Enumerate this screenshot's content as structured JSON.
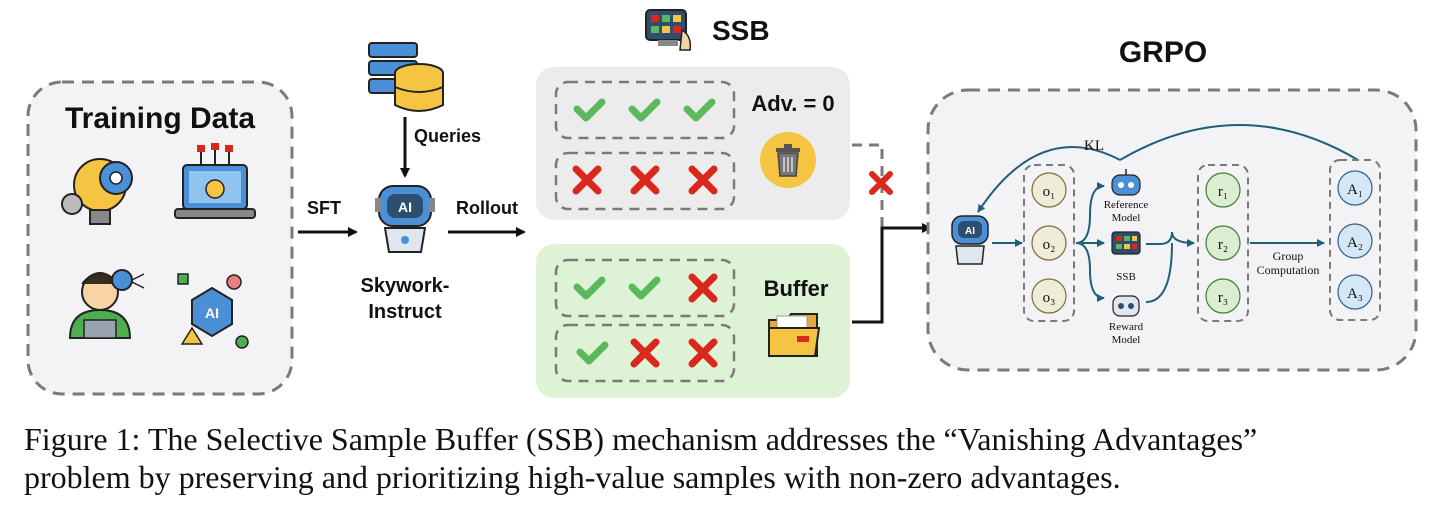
{
  "training_data": {
    "title": "Training Data"
  },
  "edges": {
    "sft": "SFT",
    "rollout": "Rollout",
    "queries": "Queries"
  },
  "model": {
    "line1": "Skywork-",
    "line2": "Instruct",
    "icon_label": "AI"
  },
  "ssb": {
    "title": "SSB",
    "adv_label": "Adv. = 0",
    "buffer_label": "Buffer"
  },
  "grpo": {
    "title": "GRPO",
    "kl": "KL",
    "outputs": [
      "o₁",
      "o₂",
      "o₃"
    ],
    "rewards": [
      "r₁",
      "r₂",
      "r₃"
    ],
    "advantages": [
      "A₁",
      "A₂",
      "A₃"
    ],
    "ref_model": [
      "Reference",
      "Model"
    ],
    "ssb_small": "SSB",
    "reward_model": [
      "Reward",
      "Model"
    ],
    "group_comp": [
      "Group",
      "Computation"
    ]
  },
  "caption": {
    "line1": "Figure 1: The Selective Sample Buffer (SSB) mechanism addresses the “Vanishing Advantages”",
    "line2": "problem by preserving and prioritizing high-value samples with non-zero advantages."
  },
  "colors": {
    "check": "#5cb85c",
    "cross": "#d9281e",
    "gray_panel": "#ececec",
    "green_panel": "#def3d6",
    "grpo_panel": "#f3f3f5",
    "dash": "#7a7a7a",
    "teal_arrow": "#1f5f7a",
    "circle_fill": "#efecd8",
    "accent_blue": "#4b8fd6",
    "yellow": "#f5c443"
  }
}
